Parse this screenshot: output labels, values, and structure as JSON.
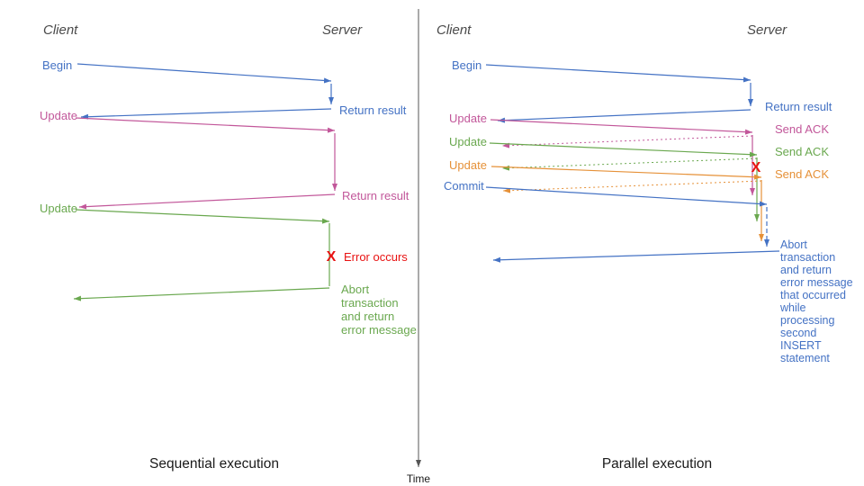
{
  "colors": {
    "c-blue": "#4472C4",
    "c-pink": "#C2579A",
    "c-green": "#6AA84F",
    "c-orange": "#E69138",
    "c-red": "#E81212",
    "c-ink": "#1a1a1a",
    "c-muted": "#4a4a4a",
    "c-axis": "#555555"
  },
  "time_axis": {
    "label": "Time"
  },
  "sequential": {
    "caption": "Sequential execution",
    "client_label": "Client",
    "server_label": "Server",
    "begin_label": "Begin",
    "return_result_1": "Return result",
    "update_1": "Update",
    "return_result_2": "Return result",
    "update_2": "Update",
    "error_mark": "X",
    "error_label": "Error occurs",
    "abort_lines": [
      "Abort",
      "transaction",
      "and return",
      "error message"
    ]
  },
  "parallel": {
    "caption": "Parallel execution",
    "client_label": "Client",
    "server_label": "Server",
    "begin_label": "Begin",
    "return_result": "Return result",
    "update_1": "Update",
    "send_ack_1": "Send ACK",
    "update_2": "Update",
    "send_ack_2": "Send ACK",
    "update_3": "Update",
    "send_ack_3": "Send ACK",
    "error_mark": "X",
    "commit_label": "Commit",
    "abort_lines": [
      "Abort",
      "transaction",
      "and return",
      "error message",
      "that occurred",
      "while",
      "processing",
      "second",
      "INSERT",
      "statement"
    ]
  }
}
